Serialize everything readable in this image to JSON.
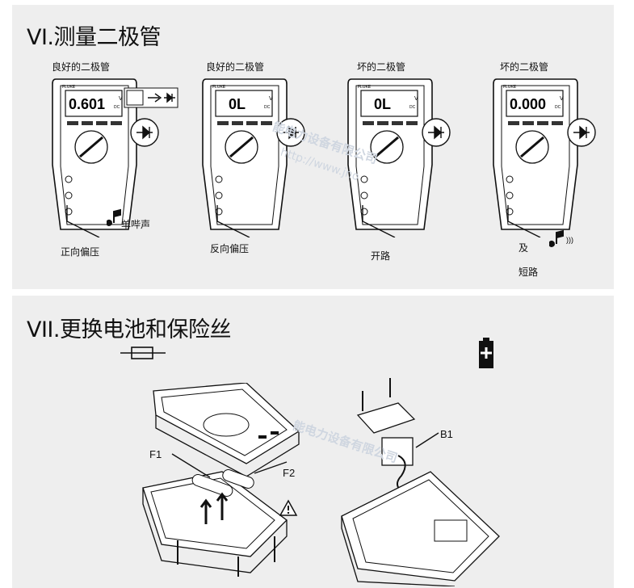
{
  "section6": {
    "title": "VI.测量二极管",
    "cases": [
      {
        "heading": "良好的二极管",
        "display": "0.601",
        "unit": "V",
        "unit_sub": "DC",
        "bias": "正向偏压",
        "beep": "单哔声"
      },
      {
        "heading": "良好的二极管",
        "display": "0L",
        "unit": "V",
        "unit_sub": "DC",
        "bias": "反向偏压"
      },
      {
        "heading": "坏的二极管",
        "display": "0L",
        "unit": "V",
        "unit_sub": "DC",
        "bias": "开路"
      },
      {
        "heading": "坏的二极管",
        "display": "0.000",
        "unit": "V",
        "unit_sub": "DC",
        "and": "及",
        "bias": "短路"
      }
    ],
    "brand": "FLUKE"
  },
  "section7": {
    "title": "VII.更换电池和保险丝",
    "labels": {
      "f1": "F1",
      "f2": "F2",
      "b1": "B1"
    },
    "battery_icon": "battery-plus-icon",
    "fuse_icon": "fuse-icon",
    "warning_icon": "warning-triangle-icon"
  },
  "watermark": {
    "company": "能电力设备有限公司",
    "url": "http://www.jno"
  },
  "colors": {
    "panel": "#eeeeee",
    "ink": "#111111"
  }
}
